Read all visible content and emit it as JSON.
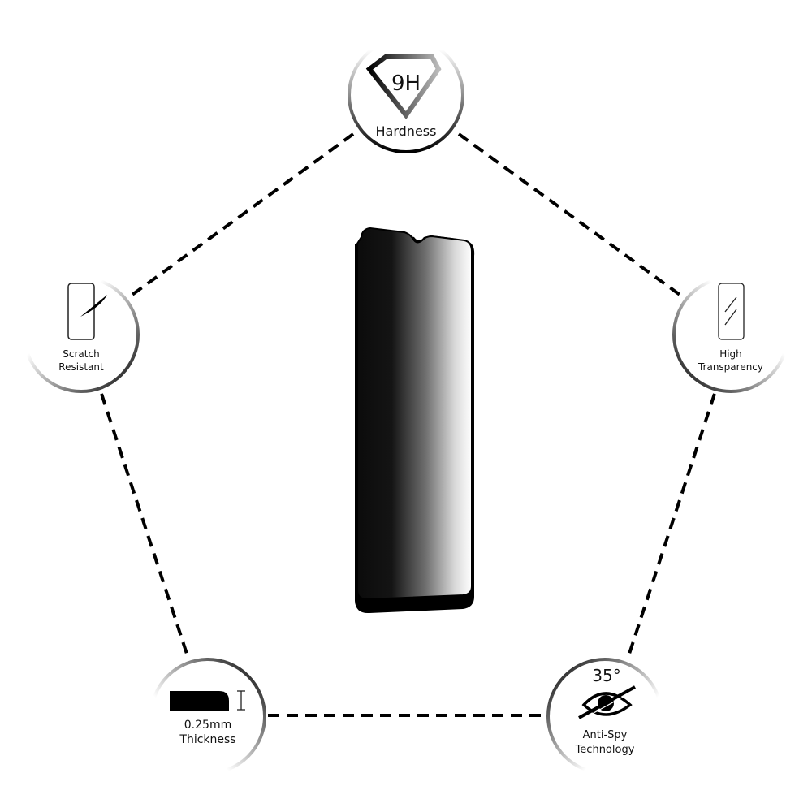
{
  "features": {
    "hardness": {
      "badge": "9H",
      "label": "Hardness"
    },
    "scratch": {
      "line1": "Scratch",
      "line2": "Resistant"
    },
    "transparency": {
      "line1": "High",
      "line2": "Transparency"
    },
    "thickness": {
      "line1": "0.25mm",
      "line2": "Thickness"
    },
    "antispy": {
      "angle": "35°",
      "line1": "Anti-Spy",
      "line2": "Technology"
    }
  }
}
